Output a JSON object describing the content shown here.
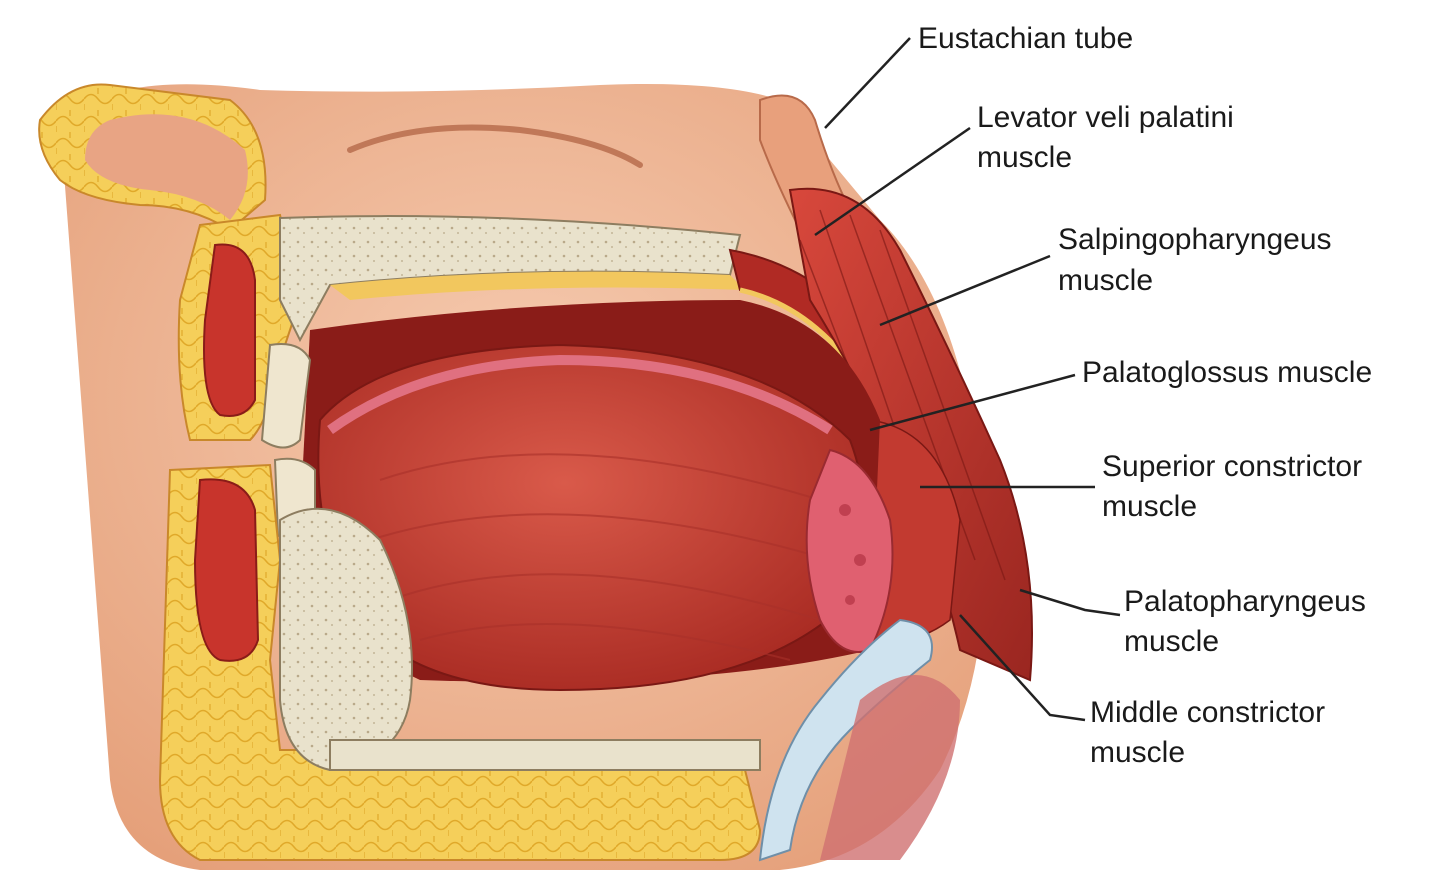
{
  "labels": {
    "eustachian_tube": "Eustachian tube",
    "levator_veli_palatini_1": "Levator veli palatini",
    "levator_veli_palatini_2": "muscle",
    "salpingopharyngeus_1": "Salpingopharyngeus",
    "salpingopharyngeus_2": "muscle",
    "palatoglossus": "Palatoglossus muscle",
    "superior_constrictor_1": "Superior constrictor",
    "superior_constrictor_2": "muscle",
    "palatopharyngeus_1": "Palatopharyngeus",
    "palatopharyngeus_2": "muscle",
    "middle_constrictor_1": "Middle constrictor",
    "middle_constrictor_2": "muscle"
  },
  "colors": {
    "skin": "#f0b896",
    "fat": "#f5cf5a",
    "bone": "#e9e2cc",
    "muscle": "#c8342c",
    "muscle_dark": "#8a1c18",
    "tongue": "#cf4a3e",
    "tonsil": "#e06070",
    "cartilage": "#cfe3ef"
  }
}
